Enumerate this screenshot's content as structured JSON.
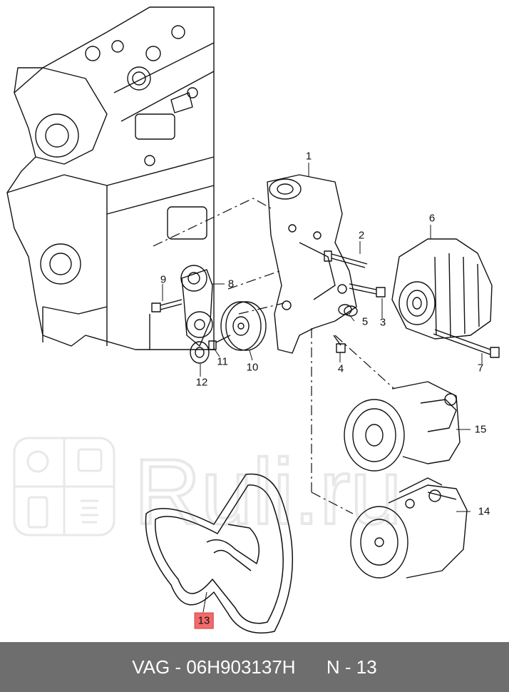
{
  "parts": [
    {
      "id": "p1",
      "label": "1"
    },
    {
      "id": "p2",
      "label": "2"
    },
    {
      "id": "p3",
      "label": "3"
    },
    {
      "id": "p4",
      "label": "4"
    },
    {
      "id": "p5",
      "label": "5"
    },
    {
      "id": "p6",
      "label": "6"
    },
    {
      "id": "p7",
      "label": "7"
    },
    {
      "id": "p8",
      "label": "8"
    },
    {
      "id": "p9",
      "label": "9"
    },
    {
      "id": "p10",
      "label": "10"
    },
    {
      "id": "p11",
      "label": "11"
    },
    {
      "id": "p12",
      "label": "12"
    },
    {
      "id": "p13",
      "label": "13"
    },
    {
      "id": "p14",
      "label": "14"
    },
    {
      "id": "p15",
      "label": "15"
    }
  ],
  "highlighted_part": "13",
  "footer": {
    "part_code": "VAG - 06H903137H",
    "page_ref": "N - 13"
  },
  "watermark": {
    "text": "Ruli.ru"
  },
  "colors": {
    "footer_bg": "#6e6e6e",
    "highlight": "#f26b6b"
  }
}
